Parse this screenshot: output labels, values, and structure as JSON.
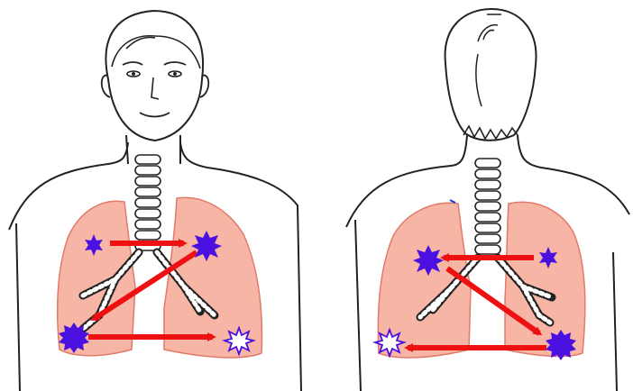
{
  "figures": [
    {
      "id": "front",
      "view": "front",
      "lungs": [
        "right-lung",
        "left-lung"
      ]
    },
    {
      "id": "back",
      "view": "back",
      "lungs": [
        "left-lung",
        "right-lung"
      ]
    }
  ],
  "markers": {
    "front": [
      {
        "name": "front-star-1-icon",
        "style": "filled-6-point"
      },
      {
        "name": "front-star-2-icon",
        "style": "filled-8-point"
      },
      {
        "name": "front-star-3-icon",
        "style": "filled-burst"
      },
      {
        "name": "front-star-4-icon",
        "style": "outline-8-point"
      }
    ],
    "back": [
      {
        "name": "back-star-1-icon",
        "style": "filled-6-point"
      },
      {
        "name": "back-star-2-icon",
        "style": "filled-8-point"
      },
      {
        "name": "back-star-3-icon",
        "style": "filled-burst"
      },
      {
        "name": "back-star-4-icon",
        "style": "outline-8-point"
      }
    ]
  },
  "colors": {
    "lung_fill": "#f7b5a6",
    "lung_stroke": "#e07a6a",
    "arrow": "#ee1111",
    "star": "#4a10e0",
    "outline": "#222222"
  }
}
